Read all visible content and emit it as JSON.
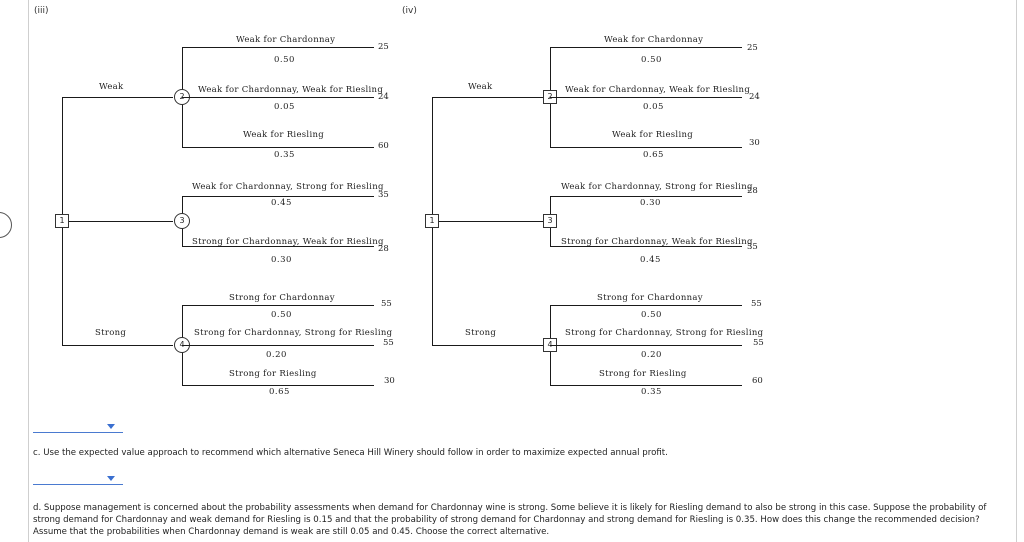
{
  "trees": [
    {
      "roman": "(iii)",
      "decision_node": "1",
      "top_branch": "Weak",
      "bottom_branch": "Strong",
      "chance_nodes": [
        "2",
        "3",
        "4"
      ],
      "outcomes": [
        {
          "label": "Weak for Chardonnay",
          "prob": "0.50",
          "value": "25"
        },
        {
          "label": "Weak for Chardonnay, Weak for Riesling",
          "prob": "0.05",
          "value": "24"
        },
        {
          "label": "Weak for Riesling",
          "prob": "0.35",
          "value": "60"
        },
        {
          "label": "Weak for Chardonnay, Strong for Riesling",
          "prob": "0.45",
          "value": "35"
        },
        {
          "label": "Strong for Chardonnay, Weak for Riesling",
          "prob": "0.30",
          "value": "28"
        },
        {
          "label": "Strong for Chardonnay",
          "prob": "0.50",
          "value": "55"
        },
        {
          "label": "Strong for Chardonnay, Strong for Riesling",
          "prob": "0.20",
          "value": "55"
        },
        {
          "label": "Strong for Riesling",
          "prob": "0.65",
          "value": "30"
        }
      ]
    },
    {
      "roman": "(iv)",
      "decision_node": "1",
      "top_branch": "Weak",
      "bottom_branch": "Strong",
      "chance_nodes": [
        "2",
        "3",
        "4"
      ],
      "outcomes": [
        {
          "label": "Weak for Chardonnay",
          "prob": "0.50",
          "value": "25"
        },
        {
          "label": "Weak for Chardonnay, Weak for Riesling",
          "prob": "0.05",
          "value": "24"
        },
        {
          "label": "Weak for Riesling",
          "prob": "0.65",
          "value": "30"
        },
        {
          "label": "Weak for Chardonnay, Strong for Riesling",
          "prob": "0.30",
          "value": "28"
        },
        {
          "label": "Strong for Chardonnay, Weak for Riesling",
          "prob": "0.45",
          "value": "35"
        },
        {
          "label": "Strong for Chardonnay",
          "prob": "0.50",
          "value": "55"
        },
        {
          "label": "Strong for Chardonnay, Strong for Riesling",
          "prob": "0.20",
          "value": "55"
        },
        {
          "label": "Strong for Riesling",
          "prob": "0.35",
          "value": "60"
        }
      ]
    }
  ],
  "question_c": "c. Use the expected value approach to recommend which alternative Seneca Hill Winery should follow in order to maximize expected annual profit.",
  "question_d": "d. Suppose management is concerned about the probability assessments when demand for Chardonnay wine is strong. Some believe it is likely for Riesling demand to also be strong in this case. Suppose the probability of strong demand for Chardonnay and weak demand for Riesling is 0.15 and that the probability of strong demand for Chardonnay and strong demand for Riesling is 0.35. How does this change the recommended decision? Assume that the probabilities when Chardonnay demand is weak are still 0.05 and 0.45. Choose the correct alternative.",
  "dropdowns": [
    "",
    ""
  ]
}
